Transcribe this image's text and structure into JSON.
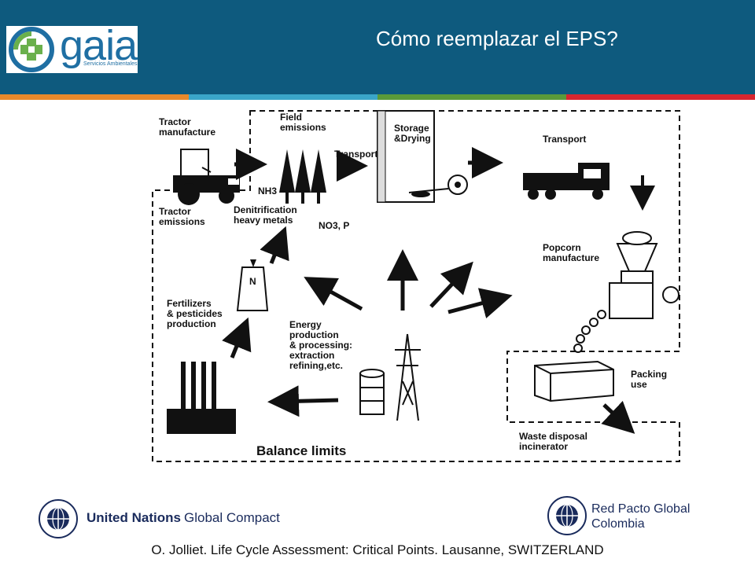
{
  "header": {
    "title": "Cómo reemplazar el EPS?",
    "logo_name": "gaia",
    "logo_tagline": "Servicios Ambientales",
    "color": "#0e5a7e"
  },
  "stripes": [
    "#e8892b",
    "#3aa6c9",
    "#5a9a3a",
    "#d7262f"
  ],
  "diagram": {
    "labels": {
      "tractor_manufacture": "Tractor\nmanufacture",
      "field_emissions": "Field\nemissions",
      "storage_drying": "Storage\n&Drying",
      "transport_1": "Transport",
      "transport_2": "Transport",
      "nh3": "NH3",
      "tractor_emissions": "Tractor\nemissions",
      "denitrification": "Denitrification\nheavy metals",
      "no3p": "NO3, P",
      "popcorn": "Popcorn\nmanufacture",
      "fertilizers": "Fertilizers\n& pesticides\nproduction",
      "energy": "Energy\nproduction\n& processing:\nextraction\nrefining,etc.",
      "packing": "Packing\nuse",
      "waste": "Waste disposal\nincinerator",
      "balance": "Balance limits",
      "bag_letter": "N"
    }
  },
  "footer": {
    "un_global_compact": "United Nations",
    "un_global_compact_2": "Global Compact",
    "red_pacto": "Red Pacto Global\nColombia",
    "citation": "O. Jolliet. Life Cycle Assessment: Critical Points. Lausanne, SWITZERLAND"
  }
}
